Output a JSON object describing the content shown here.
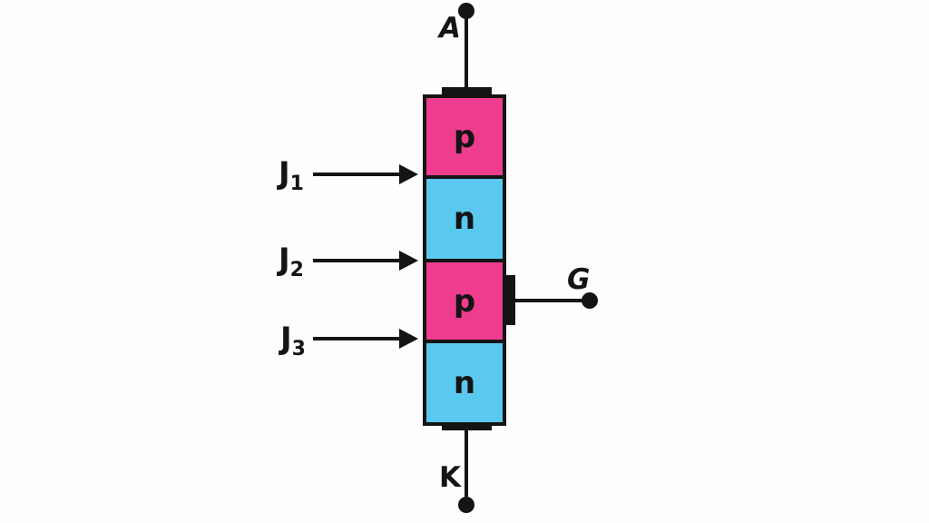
{
  "diagram": {
    "type": "thyristor-pnpn-structure",
    "terminals": {
      "anode": "A",
      "gate": "G",
      "cathode": "K"
    },
    "layers": [
      {
        "label": "p",
        "color": "#ee3d8f"
      },
      {
        "label": "n",
        "color": "#5bc8f0"
      },
      {
        "label": "p",
        "color": "#ee3d8f"
      },
      {
        "label": "n",
        "color": "#5bc8f0"
      }
    ],
    "junctions": [
      {
        "base": "J",
        "sub": "1"
      },
      {
        "base": "J",
        "sub": "2"
      },
      {
        "base": "J",
        "sub": "3"
      }
    ],
    "colors": {
      "p_layer": "#ee3d8f",
      "n_layer": "#5bc8f0",
      "outline": "#141414",
      "background": "#fdfdfd"
    }
  }
}
